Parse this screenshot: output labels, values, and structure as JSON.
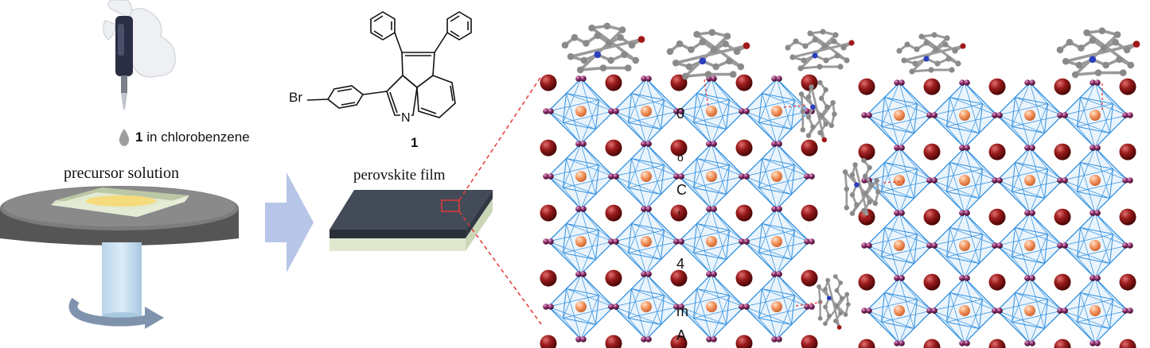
{
  "labels": {
    "dropper_bold": "1",
    "dropper_text": " in chlorobenzene",
    "precursor": "precursor solution",
    "perovskite": "perovskite film",
    "compound_number": "1",
    "bromine": "Br",
    "nitrogen": "N",
    "vertical_chars": [
      "0",
      "o",
      "C",
      ",",
      "4",
      "m",
      "A"
    ]
  },
  "colors": {
    "octahedron": "#2f8fe0",
    "halide": "#8a2f6a",
    "lead": "#f0a070",
    "cation": "#8b1414",
    "arrow": "#b7c6e8",
    "film_top": "#3a4250",
    "film_substrate": "#dfe8cf",
    "spin_top": "#7c7c7c",
    "dashed": "#e53935"
  },
  "icons": [
    "gloved-hand-pipette-icon",
    "droplet-icon",
    "spin-coater-icon",
    "rotation-arrow-icon",
    "process-arrow-icon"
  ]
}
